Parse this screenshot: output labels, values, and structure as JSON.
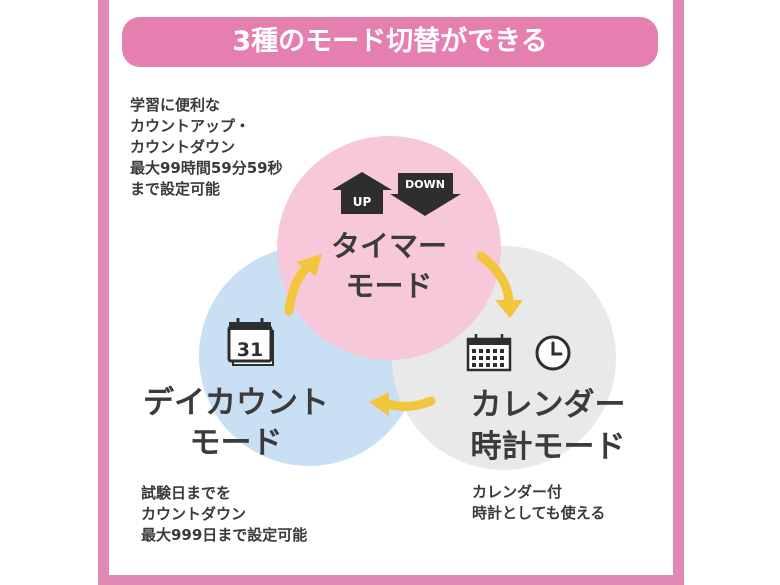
{
  "banner_title": "3種のモード切替ができる",
  "timer": {
    "title": "タイマー\nモード",
    "up_label": "UP",
    "down_label": "DOWN",
    "description": "学習に便利な\nカウントアップ・\nカウントダウン\n最大99時間59分59秒\nまで設定可能"
  },
  "countdown": {
    "title": "デイカウント\nモード",
    "calendar_number": "31",
    "description": "試験日までを\nカウントダウン\n最大999日まで設定可能"
  },
  "calendar": {
    "title": "カレンダー\n時計モード",
    "description": "カレンダー付\n時計としても使える"
  },
  "colors": {
    "frame": "#e189b4",
    "banner": "#e47fb0",
    "timer_circle": "#f6c8da",
    "countdown_circle": "#c9dff4",
    "calendar_circle": "#e9e9e9",
    "arrow": "#f3c53a"
  }
}
